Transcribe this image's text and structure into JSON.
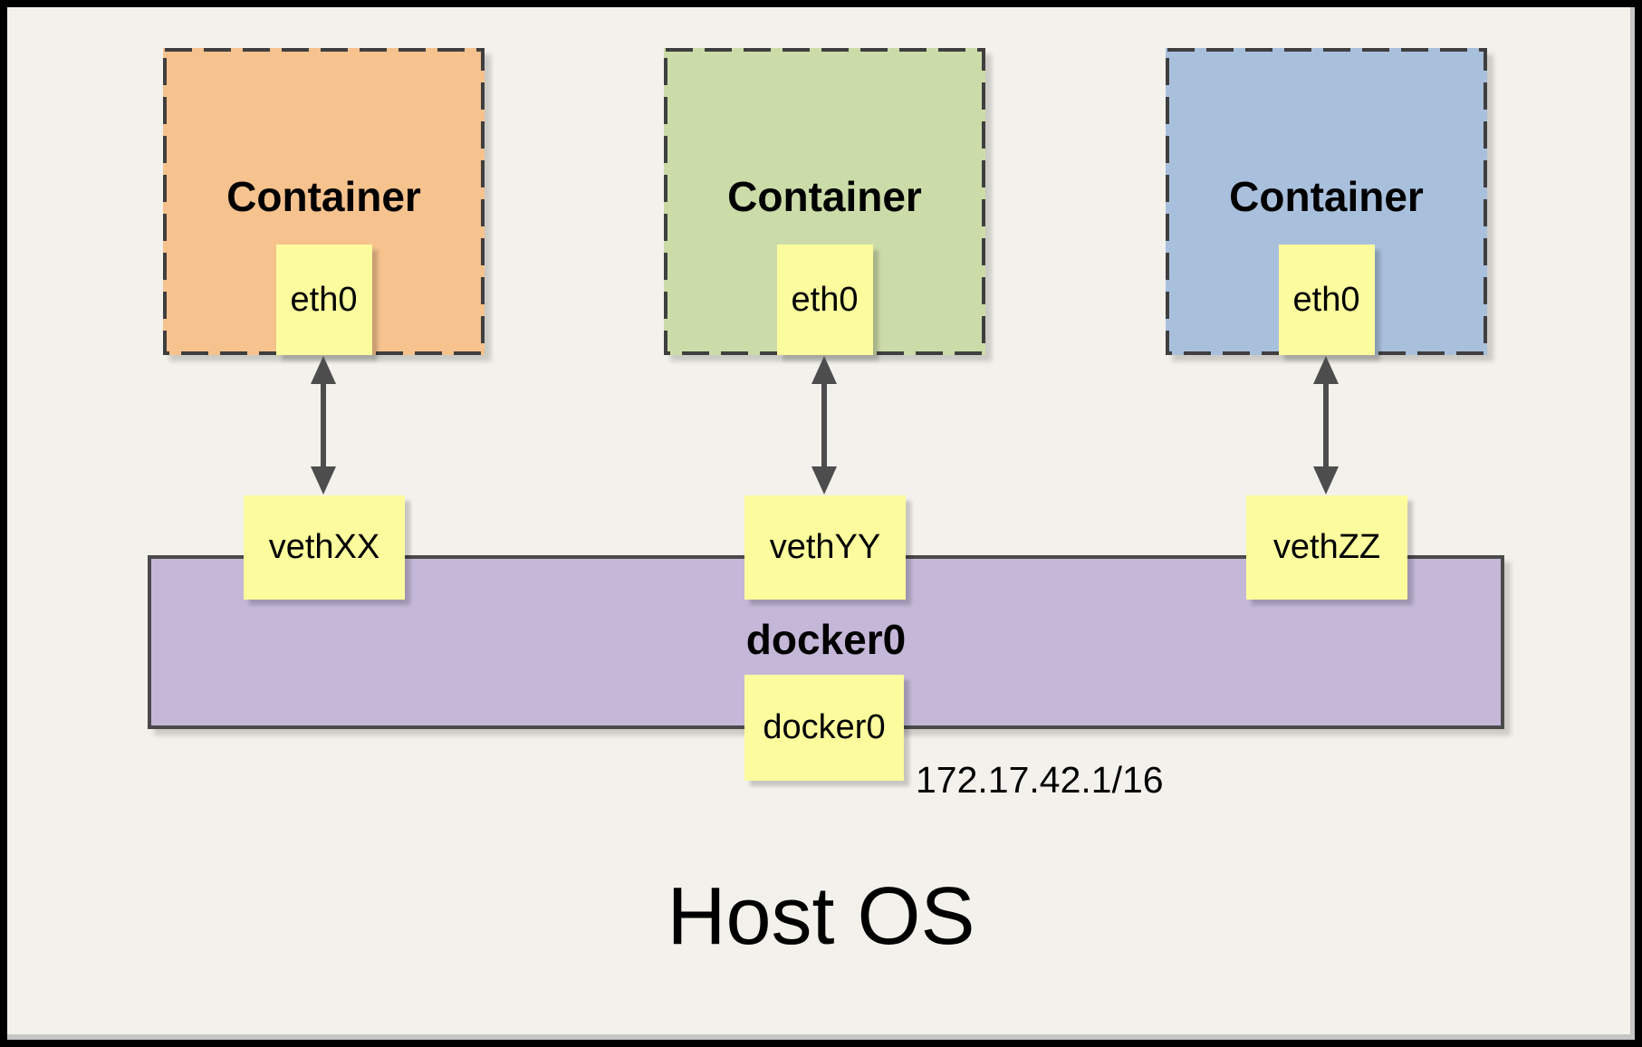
{
  "scene": {
    "background_color": "#F3F1EB",
    "frame_color": "#000000"
  },
  "containers": [
    {
      "title": "Container",
      "interface_label": "eth0",
      "veth_label": "vethXX",
      "fill": "#F6C28E"
    },
    {
      "title": "Container",
      "interface_label": "eth0",
      "veth_label": "vethYY",
      "fill": "#CCDCA8"
    },
    {
      "title": "Container",
      "interface_label": "eth0",
      "veth_label": "vethZZ",
      "fill": "#A9C0DD"
    }
  ],
  "bridge": {
    "title": "docker0",
    "interface_label": "docker0",
    "ip_address": "172.17.42.1/16",
    "fill": "#C4B7D7"
  },
  "host": {
    "title": "Host OS"
  },
  "accents": {
    "interface_box_fill": "#FCFC9E",
    "dashed_border_color": "#3F3F3F",
    "bridge_border_color": "#4A4A4A",
    "arrow_color": "#4D4D4D"
  }
}
